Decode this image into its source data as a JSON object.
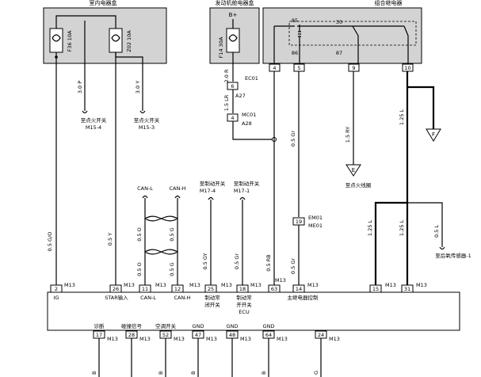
{
  "boxes": {
    "interior_fuse_box": "室内电器盒",
    "engine_fuse_box": "发动机舱电器盒",
    "combo_relay": "组合继电器"
  },
  "fuses": {
    "f36": "F36 10A",
    "z02": "Z02 10A",
    "f14": "F14 30A",
    "b_plus": "B+"
  },
  "relay_terminals": {
    "t85": "85",
    "t30": "30",
    "t86": "86",
    "t87": "87"
  },
  "relay_pins": {
    "p4": "4",
    "p5": "5",
    "p9": "9",
    "p10": "10"
  },
  "wires": {
    "w_3p": "3.0 P",
    "w_3y": "3.0 Y",
    "w_2r": "2.0 R",
    "w_15lr": "1.5 LR",
    "w_05go": "0.5 G/O",
    "w_05y": "0.5 Y",
    "w_05o_top": "0.5 O",
    "w_05g_top": "0.5 G",
    "w_05o_bot": "0.5 O",
    "w_05g_bot": "0.5 G",
    "w_05gy": "0.5 GY",
    "w_05gr_b": "0.5 Gr",
    "w_05rb": "0.5 RB",
    "w_05gr_a": "0.5 Gr",
    "w_05gr_c": "0.5 Gr",
    "w_15ry": "1.5 RY",
    "w_125l_top": "1.25 L",
    "w_125l_a": "1.25 L",
    "w_125l_b": "1.25 L",
    "w_05l": "0.5 L"
  },
  "connectors": {
    "ec01": "EC01",
    "a27": "A27",
    "mc01": "MC01",
    "a28": "A28",
    "pin6": "6",
    "pin4": "4",
    "em01": "EM01",
    "me01": "ME01",
    "pin19": "19"
  },
  "destinations": {
    "ign_m15_4": [
      "至点火开关",
      "M15-4"
    ],
    "ign_m15_3": [
      "至点火开关",
      "M15-3"
    ],
    "brake_m17_4": [
      "至制动开关",
      "M17-4"
    ],
    "brake_m17_1": [
      "至制动开关",
      "M17-1"
    ],
    "ign_coil": "至点火线圈",
    "o2_sensor": "至后氧传感器-1"
  },
  "can": {
    "can_l": "CAN-L",
    "can_h": "CAN-H"
  },
  "grounds": {
    "e": "E",
    "f": "F"
  },
  "ecu_pins": [
    {
      "num": "2",
      "conn": "M13",
      "label": "IG"
    },
    {
      "num": "26",
      "conn": "M13",
      "label": "STAR输入"
    },
    {
      "num": "11",
      "conn": "M13",
      "label": "CAN-L"
    },
    {
      "num": "12",
      "conn": "M13",
      "label": "CAN-H"
    },
    {
      "num": "25",
      "conn": "M13",
      "label": "制动常闭开关"
    },
    {
      "num": "18",
      "conn": "M13",
      "label": "制动常开开关"
    },
    {
      "num": "63",
      "conn": "M13",
      "label": ""
    },
    {
      "num": "14",
      "conn": "M13",
      "label": "主继电器控制"
    },
    {
      "num": "15",
      "conn": "M13",
      "label": ""
    },
    {
      "num": "31",
      "conn": "M13",
      "label": ""
    }
  ],
  "ecu": {
    "name": "ECU"
  },
  "bottom_pins": [
    {
      "num": "17",
      "conn": "M13",
      "label": "诊断"
    },
    {
      "num": "28",
      "conn": "M13",
      "label": "碰撞信号"
    },
    {
      "num": "52",
      "conn": "M13",
      "label": "空调开关"
    },
    {
      "num": "47",
      "conn": "M13",
      "label": "GND"
    },
    {
      "num": "48",
      "conn": "M13",
      "label": "GND"
    },
    {
      "num": "64",
      "conn": "M13",
      "label": "GND"
    },
    {
      "num": "24",
      "conn": "M13",
      "label": ""
    }
  ],
  "bottom_wire_letters": [
    "B",
    "B",
    "B",
    "B",
    "G"
  ]
}
